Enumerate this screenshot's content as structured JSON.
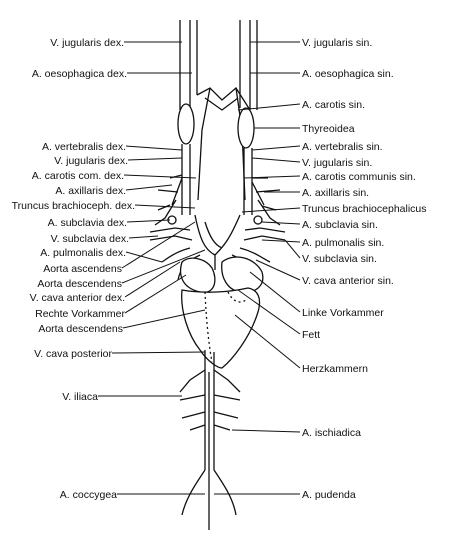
{
  "labels_left": [
    "V. jugularis dex.",
    "A. oesophagica dex.",
    "A. vertebralis dex.",
    "V. jugularis dex.",
    "A. carotis com. dex.",
    "A. axillaris dex.",
    "Truncus brachioceph. dex.",
    "A. subclavia dex.",
    "V. subclavia dex.",
    "A. pulmonalis dex.",
    "Aorta ascendens",
    "Aorta descendens",
    "V. cava anterior dex.",
    "Rechte Vorkammer",
    "Aorta descendens",
    "V. cava posterior",
    "V. iliaca",
    "A. coccygea"
  ],
  "labels_right": [
    "V. jugularis sin.",
    "A. oesophagica sin.",
    "A. carotis sin.",
    "Thyreoidea",
    "A. vertebralis sin.",
    "V. jugularis sin.",
    "A. carotis communis sin.",
    "A. axillaris sin.",
    "Truncus brachiocephalicus",
    "A. subclavia sin.",
    "A. pulmonalis sin.",
    "V. subclavia sin.",
    "V. cava anterior sin.",
    "Linke Vorkammer",
    "Fett",
    "Herzkammern",
    "A. ischiadica",
    "A. pudenda"
  ]
}
